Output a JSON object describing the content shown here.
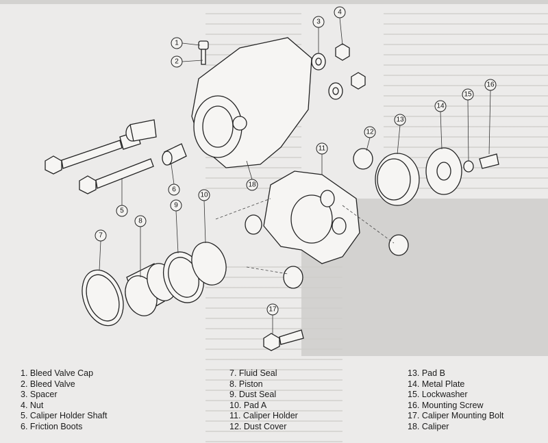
{
  "diagram": {
    "title": "Front brake caliper exploded view",
    "callouts": [
      "1",
      "2",
      "3",
      "4",
      "5",
      "6",
      "7",
      "8",
      "9",
      "10",
      "11",
      "12",
      "13",
      "14",
      "15",
      "16",
      "17",
      "18"
    ]
  },
  "legend": {
    "col1": [
      "1. Bleed Valve Cap",
      "2. Bleed Valve",
      "3. Spacer",
      "4. Nut",
      "5. Caliper Holder Shaft",
      "6. Friction Boots"
    ],
    "col2": [
      "7. Fluid Seal",
      "8. Piston",
      "9. Dust Seal",
      "10. Pad A",
      "11. Caliper Holder",
      "12. Dust Cover"
    ],
    "col3": [
      "13. Pad B",
      "14. Metal Plate",
      "15. Lockwasher",
      "16. Mounting Screw",
      "17. Caliper Mounting Bolt",
      "18. Caliper"
    ]
  }
}
